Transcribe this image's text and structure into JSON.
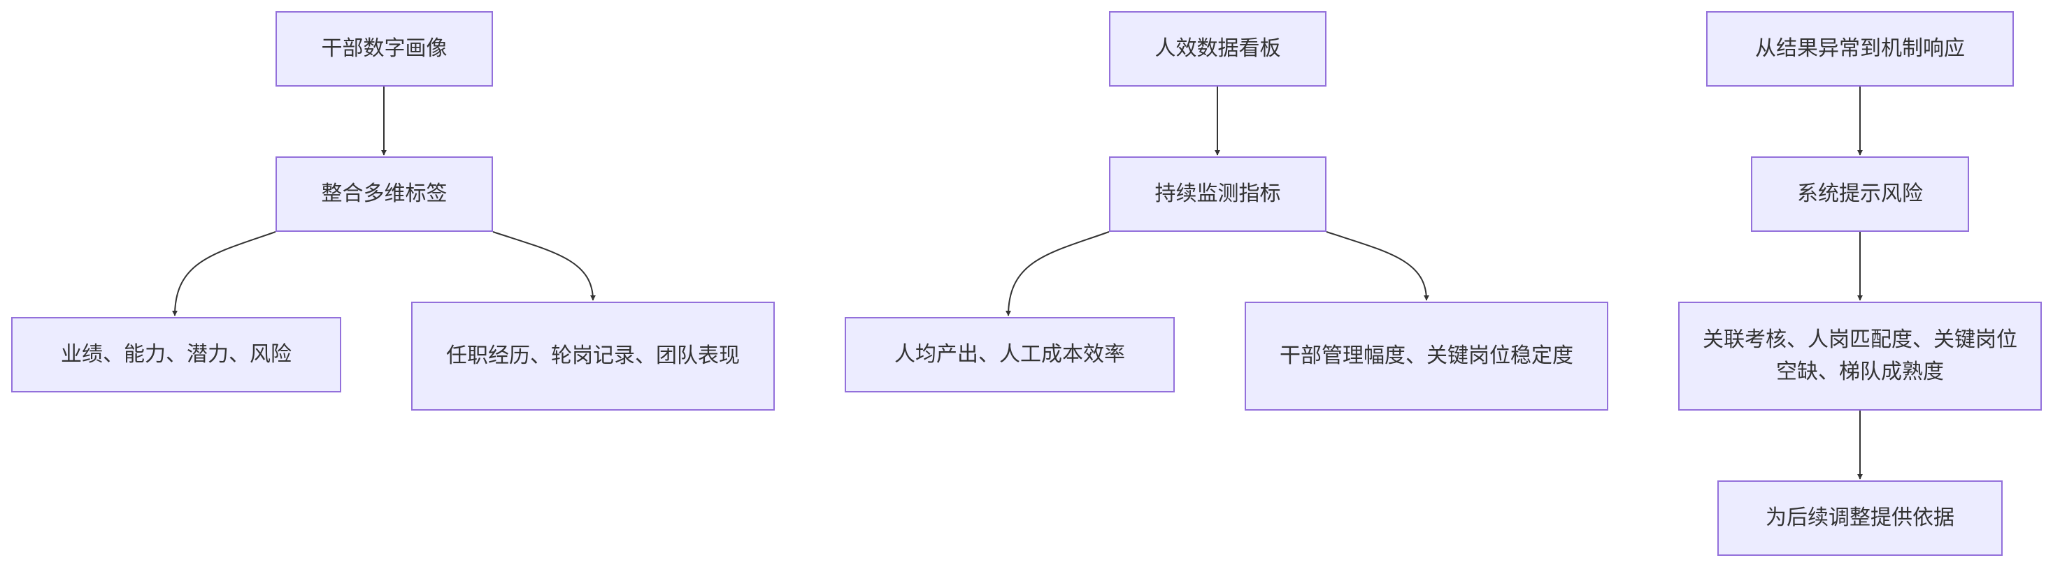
{
  "nodes": {
    "cadre_profile": "干部数字画像",
    "multi_tags": "整合多维标签",
    "perf_ability": "业绩、能力、潜力、风险",
    "history_records": "任职经历、轮岗记录、团队表现",
    "hr_dashboard": "人效数据看板",
    "monitor_metrics": "持续监测指标",
    "output_cost": "人均产出、人工成本效率",
    "span_stability": "干部管理幅度、关键岗位稳定度",
    "anomaly_response": "从结果异常到机制响应",
    "risk_alert": "系统提示风险",
    "assoc_factors": "关联考核、人岗匹配度、关键岗位空缺、梯队成熟度",
    "adjust_basis": "为后续调整提供依据"
  },
  "colors": {
    "node_fill": "#ececff",
    "node_border": "#9370db",
    "edge": "#333333",
    "text": "#333333"
  }
}
